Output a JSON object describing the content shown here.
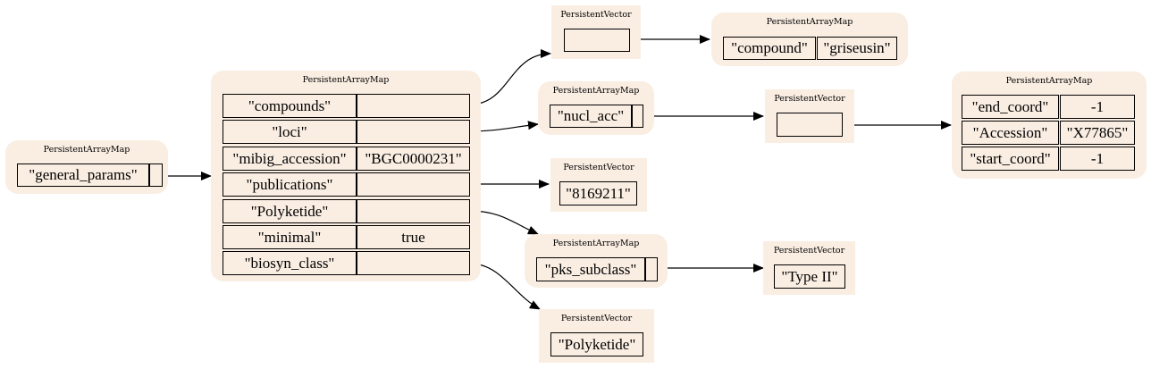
{
  "node_title_map": "PersistentArrayMap",
  "node_title_vector": "PersistentVector",
  "general_params": {
    "key": "\"general_params\""
  },
  "main_map": {
    "rows": [
      {
        "key": "\"compounds\"",
        "value": ""
      },
      {
        "key": "\"loci\"",
        "value": ""
      },
      {
        "key": "\"mibig_accession\"",
        "value": "\"BGC0000231\""
      },
      {
        "key": "\"publications\"",
        "value": ""
      },
      {
        "key": "\"Polyketide\"",
        "value": ""
      },
      {
        "key": "\"minimal\"",
        "value": "true"
      },
      {
        "key": "\"biosyn_class\"",
        "value": ""
      }
    ]
  },
  "compound_map": {
    "key": "\"compound\"",
    "value": "\"griseusin\""
  },
  "nucl_map": {
    "key": "\"nucl_acc\""
  },
  "loci_map": {
    "rows": [
      {
        "key": "\"end_coord\"",
        "value": "-1"
      },
      {
        "key": "\"Accession\"",
        "value": "\"X77865\""
      },
      {
        "key": "\"start_coord\"",
        "value": "-1"
      }
    ]
  },
  "publications_vector": {
    "item": "\"8169211\""
  },
  "pks_map": {
    "key": "\"pks_subclass\""
  },
  "pks_vector": {
    "item": "\"Type II\""
  },
  "biosyn_vector": {
    "item": "\"Polyketide\""
  },
  "colors": {
    "node_fill": "#faeee3",
    "stroke": "#000000"
  }
}
